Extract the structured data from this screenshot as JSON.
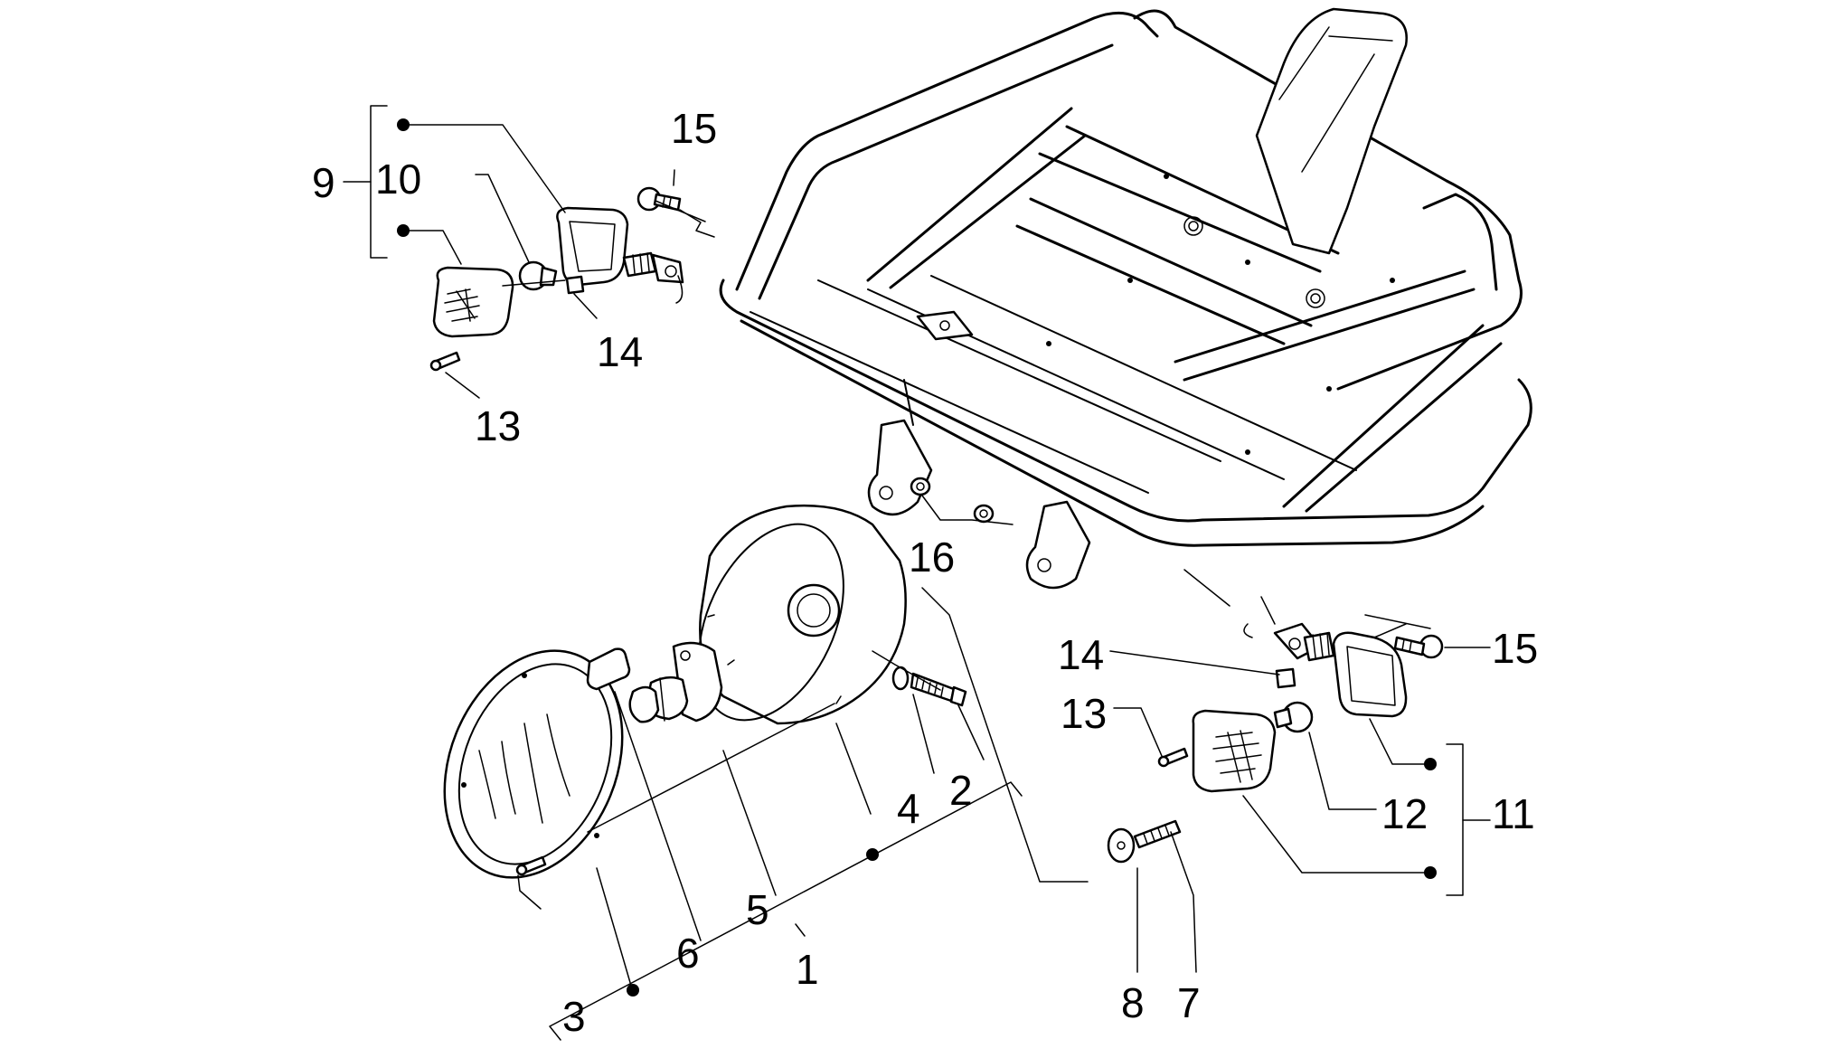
{
  "diagram": {
    "callouts": {
      "c1": "1",
      "c2": "2",
      "c3": "3",
      "c4": "4",
      "c5": "5",
      "c6": "6",
      "c7": "7",
      "c8": "8",
      "c9": "9",
      "c10": "10",
      "c11": "11",
      "c12": "12",
      "c13a": "13",
      "c13b": "13",
      "c14a": "14",
      "c14b": "14",
      "c15a": "15",
      "c15b": "15",
      "c16": "16"
    },
    "parts": [
      "front-rack",
      "headlight-housing",
      "headlight-lens",
      "headlight-bulb",
      "parking-bulb",
      "turn-signal-left",
      "turn-signal-right"
    ]
  }
}
